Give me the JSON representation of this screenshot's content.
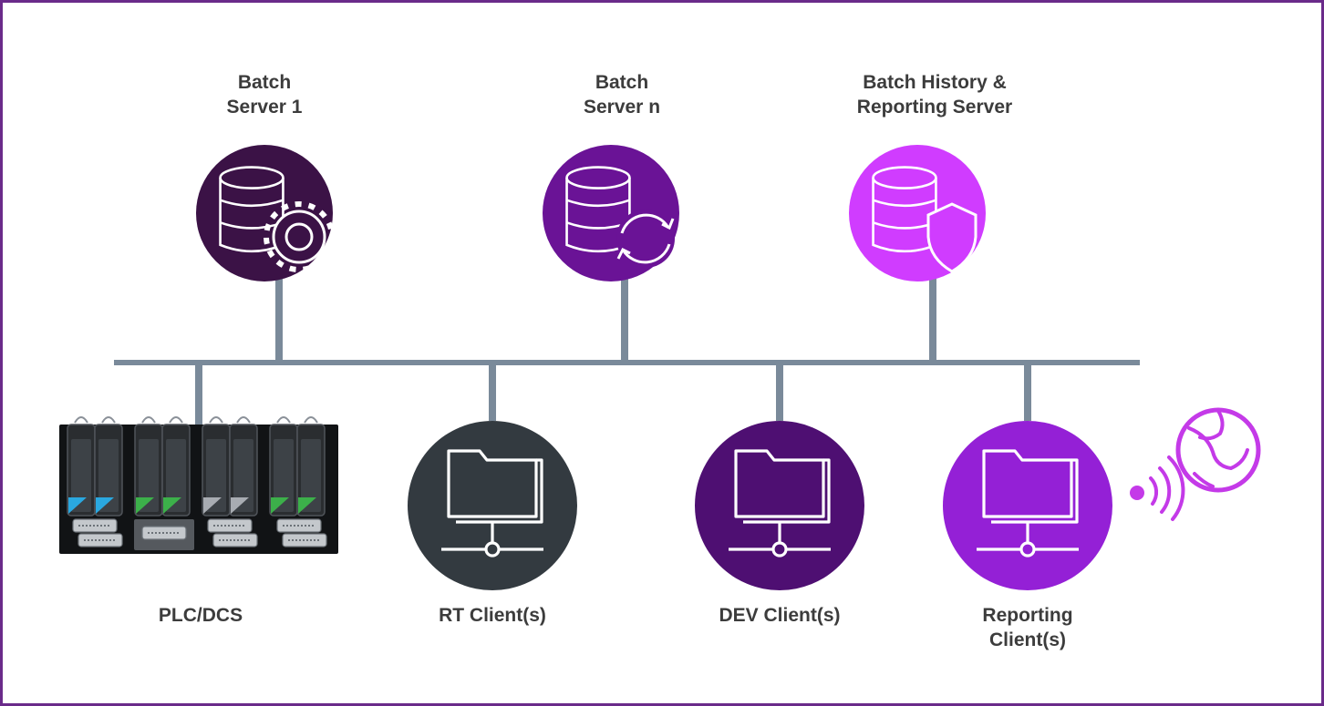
{
  "nodes": {
    "batch_server_1": {
      "line1": "Batch",
      "line2": "Server 1",
      "icon": "database-gear-icon",
      "color": "#3b1246"
    },
    "batch_server_n": {
      "line1": "Batch",
      "line2": "Server n",
      "icon": "database-sync-icon",
      "color": "#6a1396"
    },
    "history_server": {
      "line1": "Batch History &",
      "line2": "Reporting Server",
      "icon": "database-shield-icon",
      "color": "#d03cff"
    },
    "plc_dcs": {
      "label": "PLC/DCS",
      "icon": "plc-rack-image"
    },
    "rt_client": {
      "label": "RT Client(s)",
      "icon": "network-folder-icon",
      "color": "#333a40"
    },
    "dev_client": {
      "label": "DEV Client(s)",
      "icon": "network-folder-icon",
      "color": "#4e0f72"
    },
    "reporting_client": {
      "line1": "Reporting",
      "line2": "Client(s)",
      "icon": "network-folder-icon",
      "color": "#9420d6"
    },
    "remote_access": {
      "icon": "wireless-globe-icon",
      "color": "#c43ae8"
    }
  },
  "colors": {
    "frame": "#6a2a8a",
    "bus": "#7a8a9a",
    "label": "#3c3c3c"
  }
}
